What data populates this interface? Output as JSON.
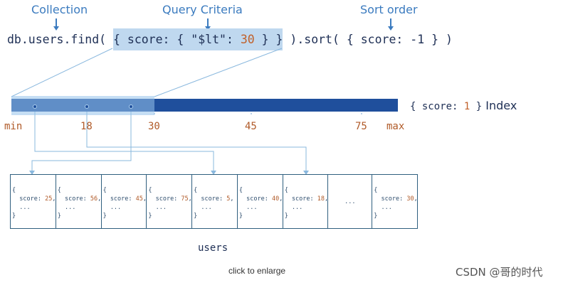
{
  "labels": {
    "collection": "Collection",
    "query_criteria": "Query Criteria",
    "sort_order": "Sort order"
  },
  "query": {
    "prefix": "db.users.find( ",
    "criteria_open": "{ score: { \"$lt\": ",
    "criteria_value": "30",
    "criteria_close": " } }",
    "mid": " ).sort( { score: ",
    "sort_value": "-1",
    "suffix": " } )"
  },
  "index": {
    "label_open": "{ score: ",
    "label_value": "1",
    "label_close": " }",
    "label_word": "Index",
    "ticks": [
      "min",
      "18",
      "30",
      "45",
      "75",
      "max"
    ]
  },
  "documents": [
    {
      "open": "{",
      "field": "score: ",
      "value": "25",
      "rest": ",",
      "more": "...",
      "close": "}"
    },
    {
      "open": "{",
      "field": "score: ",
      "value": "56",
      "rest": ",",
      "more": "...",
      "close": "}"
    },
    {
      "open": "{",
      "field": "score: ",
      "value": "45",
      "rest": ",",
      "more": "...",
      "close": "}"
    },
    {
      "open": "{",
      "field": "score: ",
      "value": "75",
      "rest": ",",
      "more": "...",
      "close": "}"
    },
    {
      "open": "{",
      "field": "score: ",
      "value": "5",
      "rest": ",",
      "more": "...",
      "close": "}"
    },
    {
      "open": "{",
      "field": "score: ",
      "value": "40",
      "rest": ",",
      "more": "...",
      "close": "}"
    },
    {
      "open": "{",
      "field": "score: ",
      "value": "18",
      "rest": ",",
      "more": "...",
      "close": "}"
    },
    {
      "ellipsis": "..."
    },
    {
      "open": "{",
      "field": "score: ",
      "value": "30",
      "rest": ",",
      "more": "...",
      "close": "}"
    }
  ],
  "collection_name": "users",
  "caption": "click to enlarge",
  "watermark": "CSDN @哥的时代",
  "colors": {
    "accent": "#3b7bbf",
    "index_bar": "#1f4f9c",
    "highlight": "#bfd8ef",
    "number": "#c0602a",
    "text": "#1e2f55"
  }
}
